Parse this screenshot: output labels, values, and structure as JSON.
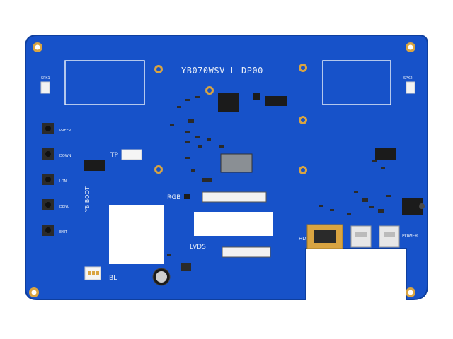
{
  "board": {
    "title": "YB070WSV-L-DP00",
    "colors": {
      "pcb": "#1752c9",
      "pcb_edge": "#0f3f9e",
      "silkscreen": "#e8eef8",
      "gold": "#d9a441",
      "chip": "#1b1b1b",
      "cutout": "#ffffff"
    },
    "labels": {
      "spk1": "SPK1",
      "spk2": "SPK2",
      "tp": "TP",
      "rgb": "RGB",
      "lvds": "LVDS",
      "bl": "BL",
      "hdmi": "HD",
      "power": "POWER",
      "yb_boot": "YB BOOT"
    },
    "buttons": [
      {
        "label": "PREER"
      },
      {
        "label": "DOWN"
      },
      {
        "label": "LON"
      },
      {
        "label": "DENU"
      },
      {
        "label": "EXIT"
      }
    ]
  }
}
